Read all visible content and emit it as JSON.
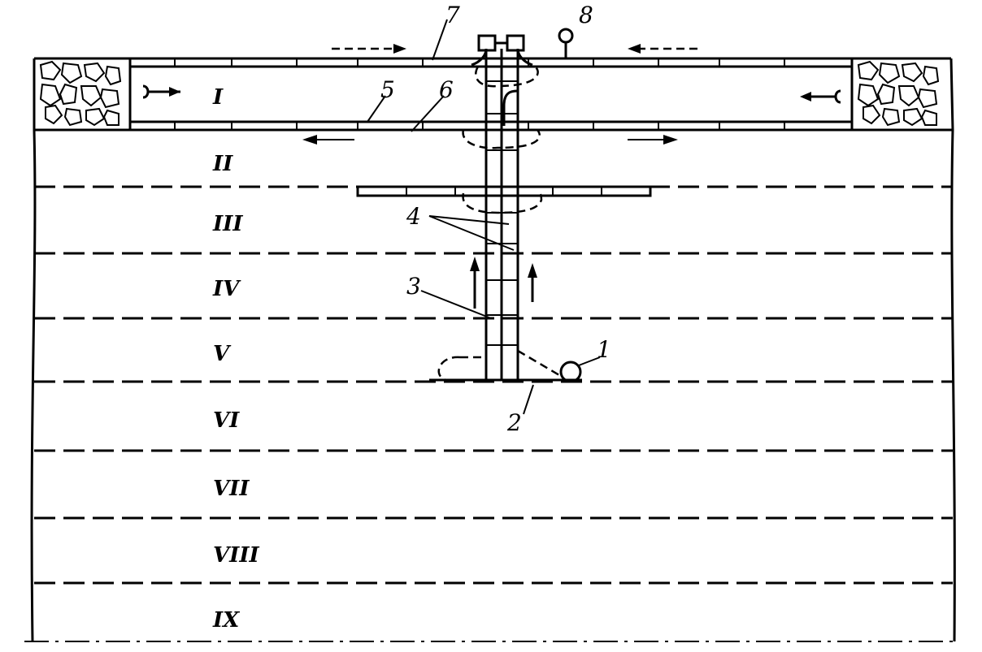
{
  "layers": [
    "I",
    "II",
    "III",
    "IV",
    "V",
    "VI",
    "VII",
    "VIII",
    "IX"
  ],
  "callouts": {
    "c1": "1",
    "c2": "2",
    "c3": "3",
    "c4": "4",
    "c5": "5",
    "c6": "6",
    "c7": "7",
    "c8": "8"
  }
}
